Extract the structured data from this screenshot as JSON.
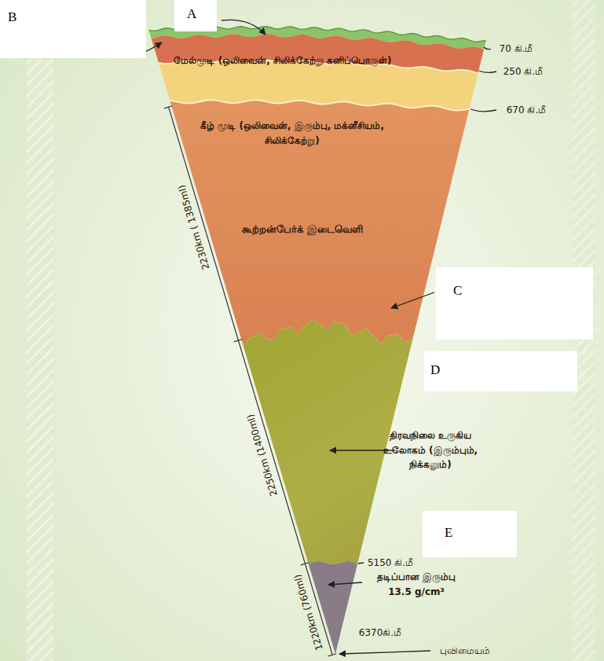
{
  "diagram": {
    "nodes": [
      {
        "text": [
          "B"
        ]
      },
      {
        "text": [
          "A"
        ]
      },
      {
        "text": [
          "C"
        ]
      },
      {
        "text": [
          "D"
        ]
      },
      {
        "text": [
          "E"
        ]
      }
    ],
    "labels": [
      "மேல்மூடி (ஒலிவைன், சிலிக்கேற்று கனிப்பொருள்)",
      "70 கி.மீ",
      "250 கி.மீ",
      "670 கி.மீ",
      "கீழ் மூடி (ஒலிவைன், இரும்பு, மக்னீசியம், சிலிக்கேற்று)",
      "கூற்றன்பேர்க் இடைவெளி",
      "திரவநிலை உருகிய உலோகம் (இரும்பும், நிக்கலும்)",
      "5150 கி.மீ",
      "தடிப்பான இரும்பு 13.5 g/cm³",
      "6370கி.மீ",
      "புவிமையம்",
      "2230km ( 1385ml)",
      "2250km (1400ml)",
      "1220km (760ml)"
    ]
  }
}
